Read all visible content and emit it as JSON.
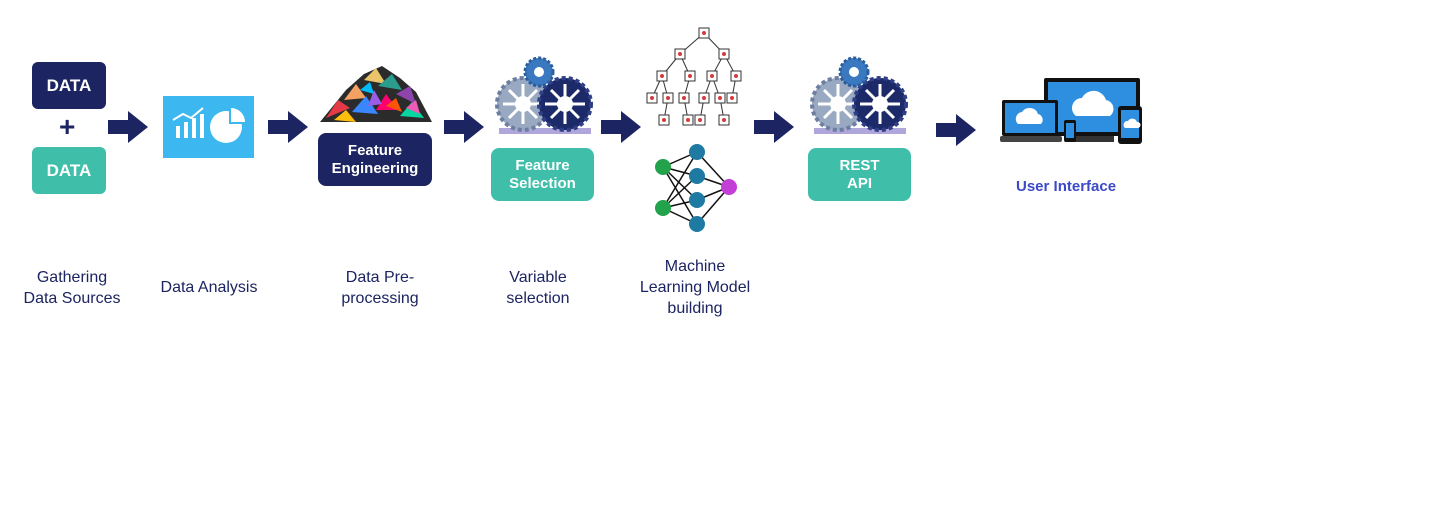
{
  "sources": {
    "box_top": "DATA",
    "plus": "+",
    "box_bottom": "DATA"
  },
  "pills": {
    "feature_engineering": "Feature\nEngineering",
    "feature_selection": "Feature\nSelection",
    "rest_api": "REST\nAPI"
  },
  "ui_label": "User Interface",
  "steps": [
    {
      "label": "Gathering\nData Sources"
    },
    {
      "label": "Data Analysis"
    },
    {
      "label": "Data Pre-\nprocessing"
    },
    {
      "label": "Variable\nselection"
    },
    {
      "label": "Machine\nLearning Model\nbuilding"
    }
  ],
  "icons": {
    "analysis": "analytics-chart-icon",
    "preprocessing": "data-pile-icon",
    "gears_1": "gears-icon",
    "tree": "decision-tree-icon",
    "network": "neural-network-icon",
    "gears_2": "gears-icon",
    "devices": "cloud-devices-icon",
    "arrow": "right-arrow-icon"
  },
  "colors": {
    "navy": "#1c2461",
    "teal": "#3fbfaa",
    "sky": "#3db7f0",
    "ui_label": "#3c49c9"
  }
}
